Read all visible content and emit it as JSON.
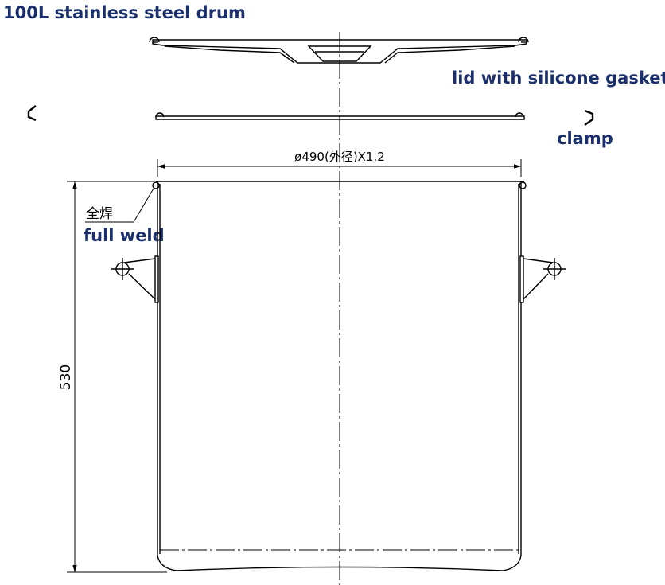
{
  "labels": {
    "title": "100L   stainless steel drum",
    "lid": "lid with silicone gasket",
    "clamp": "clamp",
    "full_weld_en": "full weld",
    "full_weld_cn": "全焊",
    "diameter_dim": "ø490(外径)X1.2",
    "height_dim": "530"
  },
  "colors": {
    "label_text": "#1a2f6b",
    "line": "#000000"
  }
}
